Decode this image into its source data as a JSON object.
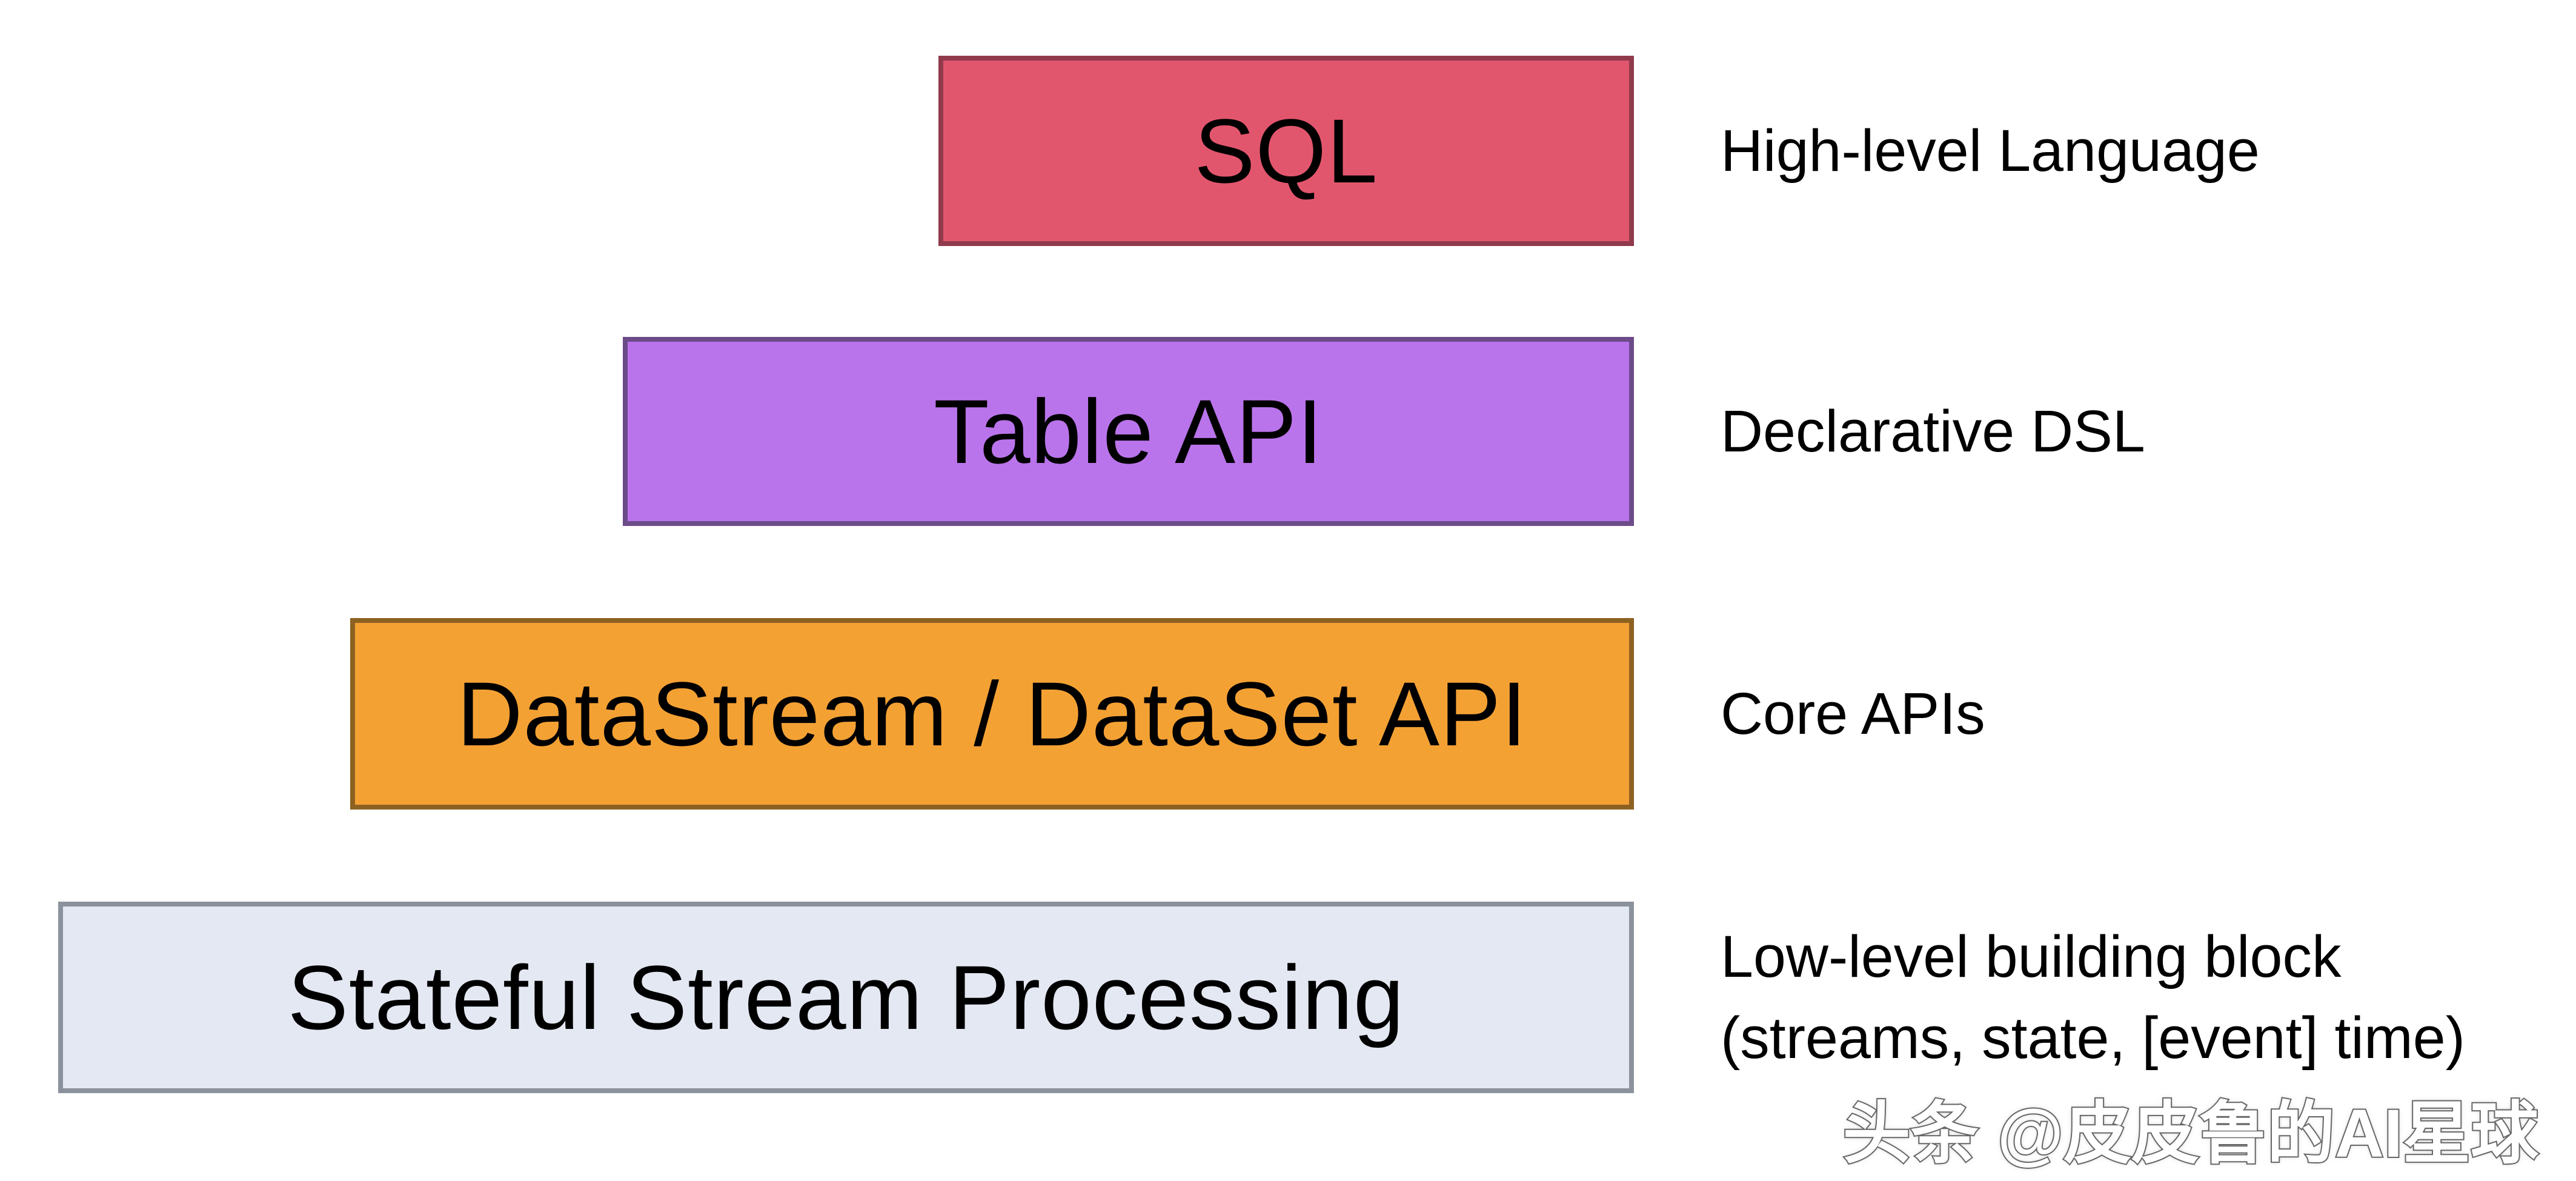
{
  "diagram": {
    "title_implicit": "Flink API stack layers",
    "layers": [
      {
        "label": "SQL",
        "annotation": "High-level Language",
        "fill": "#e2566d",
        "border": "#903a4c"
      },
      {
        "label": "Table API",
        "annotation": "Declarative DSL",
        "fill": "#ba74eb",
        "border": "#6c4b89"
      },
      {
        "label": "DataStream / DataSet API",
        "annotation": "Core APIs",
        "fill": "#f4a134",
        "border": "#8d6121"
      },
      {
        "label": "Stateful Stream Processing",
        "annotation": "Low-level building block\n(streams, state, [event] time)",
        "fill": "#e3e8f2",
        "border": "#8c929c"
      }
    ],
    "watermark": "头条 @皮皮鲁的AI星球",
    "colors": {
      "background": "#ffffff",
      "text": "#000000",
      "watermark_fill": "#ffffff",
      "watermark_outline": "#686868"
    }
  }
}
